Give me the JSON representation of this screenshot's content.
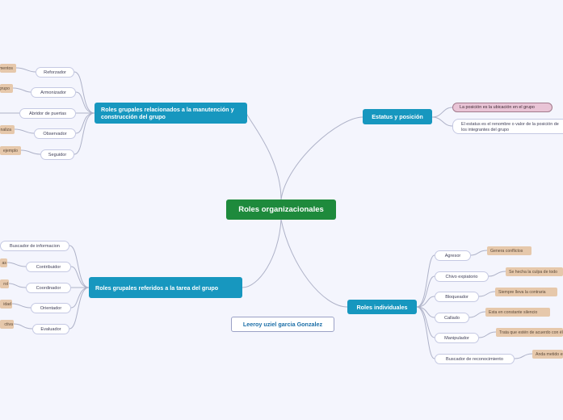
{
  "central": "Roles organizacionales",
  "author": "Leeroy uziel garcia Gonzalez",
  "branches": {
    "estatus": {
      "title": "Estatus y posición",
      "notes": [
        "La posición es la ubicación en el grupo",
        "El estatus es el renombre o valor de la posición de los integrantes del grupo"
      ]
    },
    "mantencion": {
      "title": "Roles grupales relacionados a la manutención y construcción del grupo",
      "items": [
        {
          "label": "Reforzador",
          "leaf": "mentos"
        },
        {
          "label": "Armonizador",
          "leaf": "grupo"
        },
        {
          "label": "Abridor de puertas",
          "leaf": ""
        },
        {
          "label": "Observador",
          "leaf": "naliza"
        },
        {
          "label": "Seguidor",
          "leaf": "ejemplo"
        }
      ]
    },
    "tarea": {
      "title": "Roles grupales referidos a la tarea del grupo",
      "items": [
        {
          "label": "Buscador de informacion",
          "leaf": ""
        },
        {
          "label": "Contribuidor",
          "leaf": "as"
        },
        {
          "label": "Coordinador",
          "leaf": "rol"
        },
        {
          "label": "Orientador",
          "leaf": "idad"
        },
        {
          "label": "Evaluador",
          "leaf": "ctiva"
        }
      ]
    },
    "individuales": {
      "title": "Roles individuales",
      "items": [
        {
          "label": "Agresor",
          "leaf": "Genera conflictos"
        },
        {
          "label": "Chivo expiatorio",
          "leaf": "Se hecha la culpa de todo"
        },
        {
          "label": "Bloqueador",
          "leaf": "Siempre lleva la contraria"
        },
        {
          "label": "Callado",
          "leaf": "Esta en constante silencio"
        },
        {
          "label": "Manipulador",
          "leaf": "Trata que estén de acuerdo con él"
        },
        {
          "label": "Buscador de reconocimiento",
          "leaf": "Anda metido en todo"
        }
      ]
    }
  },
  "colors": {
    "central": "#1e8a3c",
    "branch": "#1797bf",
    "leaf": "#e6c8ab",
    "note_pink": "#e9c4d6",
    "line": "#aeb2c8"
  }
}
